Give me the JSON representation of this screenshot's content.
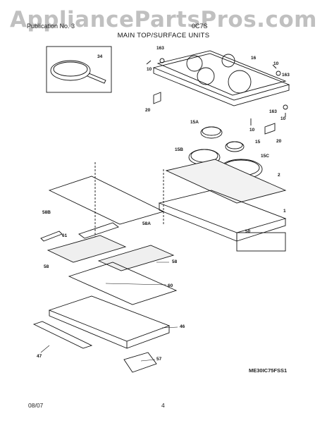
{
  "watermark": "AppliancePartsPros.com",
  "header": {
    "left": "Publication No. 3",
    "right": "0C7S",
    "subtitle": "MAIN TOP/SURFACE UNITS"
  },
  "part_labels": {
    "p1": "1",
    "p2": "2",
    "p10a": "10",
    "p10b": "10",
    "p10c": "10",
    "p10d": "10",
    "p15": "15",
    "p15a": "15A",
    "p15b": "15B",
    "p15c": "15C",
    "p16": "16",
    "p20a": "20",
    "p20b": "20",
    "p34": "34",
    "p46": "46",
    "p47": "47",
    "p50": "50",
    "p57": "57",
    "p58a": "58",
    "p58b": "58",
    "p58c": "58A",
    "p58d": "58B",
    "p60": "60",
    "p61": "61",
    "p163a": "163",
    "p163b": "163",
    "p163c": "163"
  },
  "diagram_code": "ME30IC75FSS1",
  "footer": {
    "date": "08/07",
    "page": "4"
  }
}
